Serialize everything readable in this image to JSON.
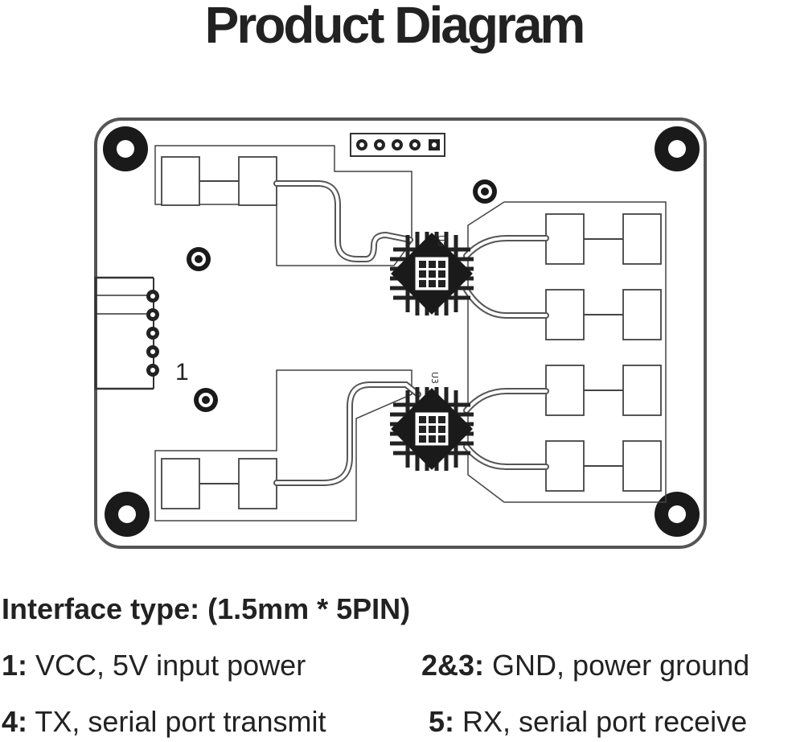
{
  "title": "Product Diagram",
  "board": {
    "connector_pin_label": "1",
    "chip_labels": [
      "U3",
      "U3"
    ]
  },
  "interface": {
    "heading": "Interface type: (1.5mm * 5PIN)",
    "pins": [
      {
        "num": "1:",
        "desc": "VCC, 5V input power"
      },
      {
        "num": "2&3:",
        "desc": "GND, power ground"
      },
      {
        "num": "4:",
        "desc": "TX, serial port transmit"
      },
      {
        "num": "5:",
        "desc": "RX, serial port receive"
      }
    ]
  },
  "colors": {
    "ink": "#222222",
    "board_stroke": "#555555",
    "pad_fill": "#ffffff"
  }
}
